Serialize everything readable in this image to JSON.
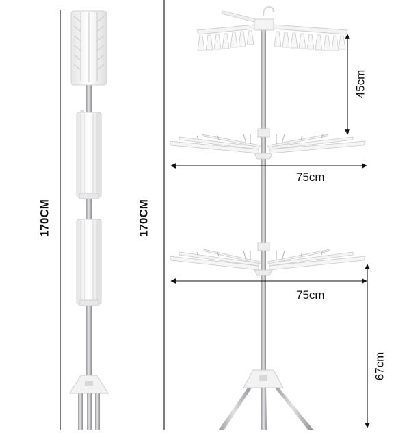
{
  "labels": {
    "total_height_folded": "170CM",
    "total_height_open": "170CM",
    "top_tier_gap": "45cm",
    "upper_tier_width": "75cm",
    "lower_tier_width": "75cm",
    "base_height": "67cm"
  },
  "colors": {
    "pole": "#b9b9bd",
    "pole_dark": "#8d8d92",
    "plastic": "#f4f4f4",
    "plastic_edge": "#cfcfcf",
    "line": "#111111"
  }
}
